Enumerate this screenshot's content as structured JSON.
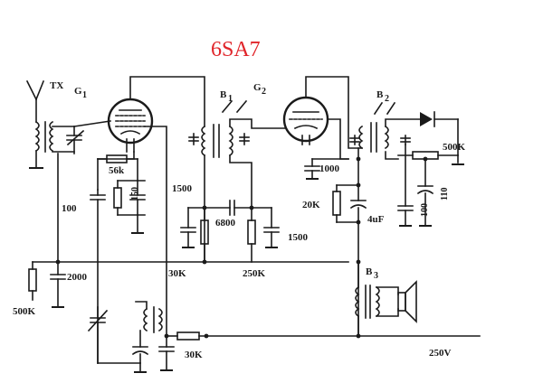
{
  "title": "6SA7",
  "labels": {
    "tx": "TX",
    "g1": "G",
    "g1_sub": "1",
    "b1": "B",
    "b1_sub": "1",
    "g2": "G",
    "g2_sub": "2",
    "b2": "B",
    "b2_sub": "2",
    "b3": "B",
    "b3_sub": "3",
    "r56k": "56k",
    "r150": "150",
    "c1500a": "1500",
    "c100a": "100",
    "c6800": "6800",
    "c1500b": "1500",
    "c2000": "2000",
    "r500k_left": "500K",
    "r30k_upper": "30K",
    "r250k": "250K",
    "r30k_lower": "30K",
    "c1000": "1000",
    "r20k": "20K",
    "c4uf": "4uF",
    "c100b": "100",
    "c110": "110",
    "r500k_right": "500K",
    "v250": "250V"
  }
}
